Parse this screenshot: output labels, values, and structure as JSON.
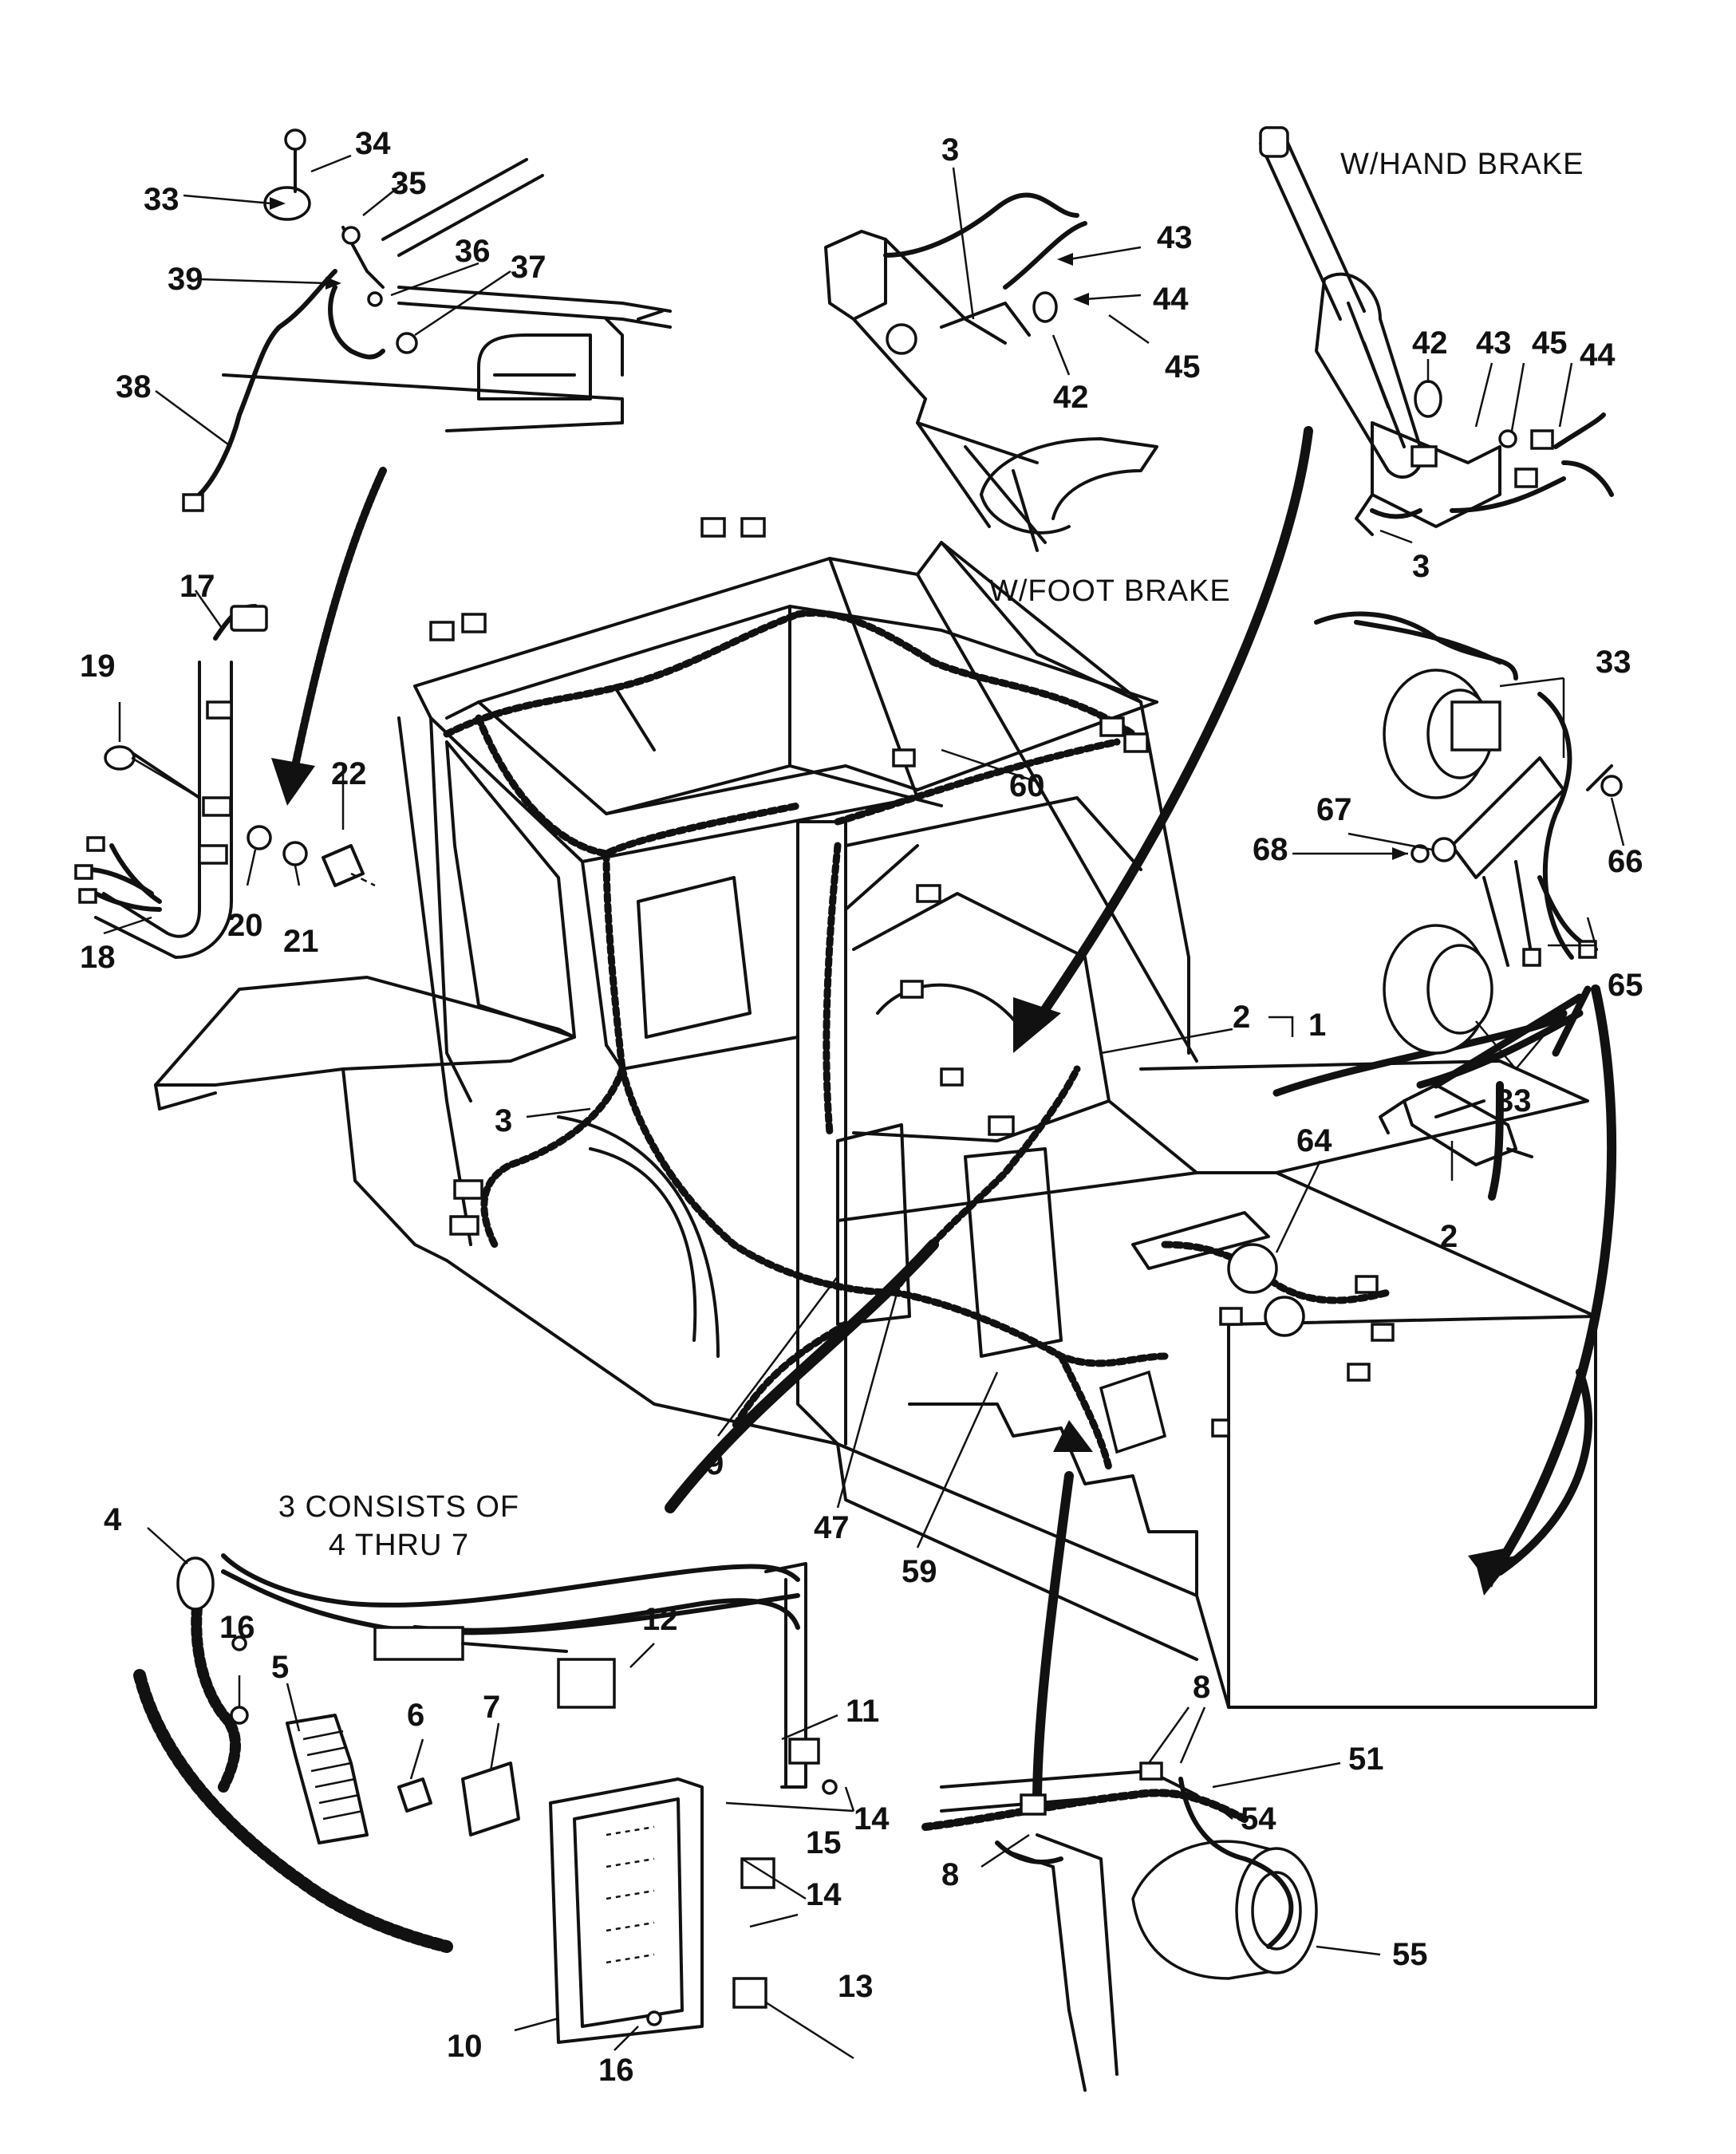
{
  "captions": {
    "hand_brake": "W/HAND BRAKE",
    "foot_brake": "W/FOOT BRAKE",
    "consists_line1": "3 CONSISTS OF",
    "consists_line2": "4 THRU 7"
  },
  "callouts": {
    "c34": "34",
    "c33_top": "33",
    "c35": "35",
    "c39": "39",
    "c36": "36",
    "c37": "37",
    "c38": "38",
    "c3_foot": "3",
    "c43_foot": "43",
    "c44_foot": "44",
    "c45_foot": "45",
    "c42_foot": "42",
    "c42_hand": "42",
    "c43_hand": "43",
    "c45_hand": "45",
    "c44_hand": "44",
    "c3_hand": "3",
    "c17": "17",
    "c19": "19",
    "c22": "22",
    "c20": "20",
    "c21": "21",
    "c18": "18",
    "c60": "60",
    "c33_horn_top": "33",
    "c67": "67",
    "c68": "68",
    "c66": "66",
    "c65": "65",
    "c33_horn_bottom": "33",
    "c2_main": "2",
    "c1": "1",
    "c2_relay": "2",
    "c64": "64",
    "c3_cab": "3",
    "c9": "9",
    "c47": "47",
    "c59": "59",
    "c4": "4",
    "c16_top": "16",
    "c5": "5",
    "c6": "6",
    "c7": "7",
    "c12": "12",
    "c11": "11",
    "c14_top": "14",
    "c15": "15",
    "c14_bottom": "14",
    "c13": "13",
    "c10": "10",
    "c16_bottom": "16",
    "c8_top": "8",
    "c51": "51",
    "c54": "54",
    "c8_bottom": "8",
    "c55": "55"
  }
}
